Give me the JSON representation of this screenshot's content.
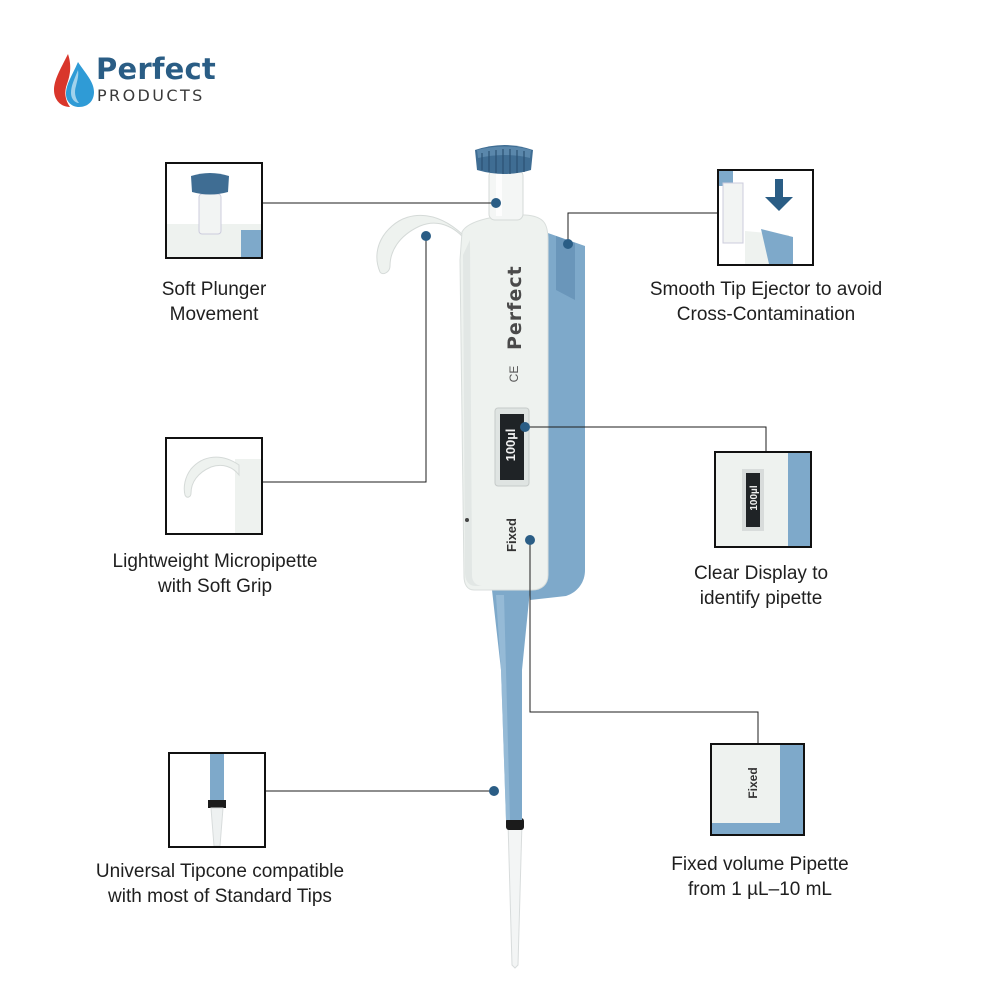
{
  "brand": {
    "name": "Perfect",
    "tagline": "PRODUCTS",
    "colors": {
      "navy": "#2a5d85",
      "red": "#d9362b",
      "blue": "#2f9bd6"
    }
  },
  "pipette": {
    "brand_text": "Perfect",
    "ce_mark": "CE",
    "display_value": "100µl",
    "type_label": "Fixed",
    "colors": {
      "body": "#eef2ef",
      "accent": "#7ea9ca",
      "knob": "#3f6d93"
    }
  },
  "features": [
    {
      "id": "plunger",
      "lines": [
        "Soft Plunger",
        "Movement"
      ]
    },
    {
      "id": "ejector",
      "lines": [
        "Smooth Tip Ejector to avoid",
        "Cross-Contamination"
      ]
    },
    {
      "id": "grip",
      "lines": [
        "Lightweight Micropipette",
        "with Soft Grip"
      ]
    },
    {
      "id": "display",
      "lines": [
        "Clear Display to",
        "identify pipette"
      ]
    },
    {
      "id": "tipcone",
      "lines": [
        "Universal Tipcone compatible",
        "with most of Standard Tips"
      ]
    },
    {
      "id": "volume",
      "lines": [
        "Fixed volume Pipette",
        "from 1 µL–10 mL"
      ]
    }
  ]
}
